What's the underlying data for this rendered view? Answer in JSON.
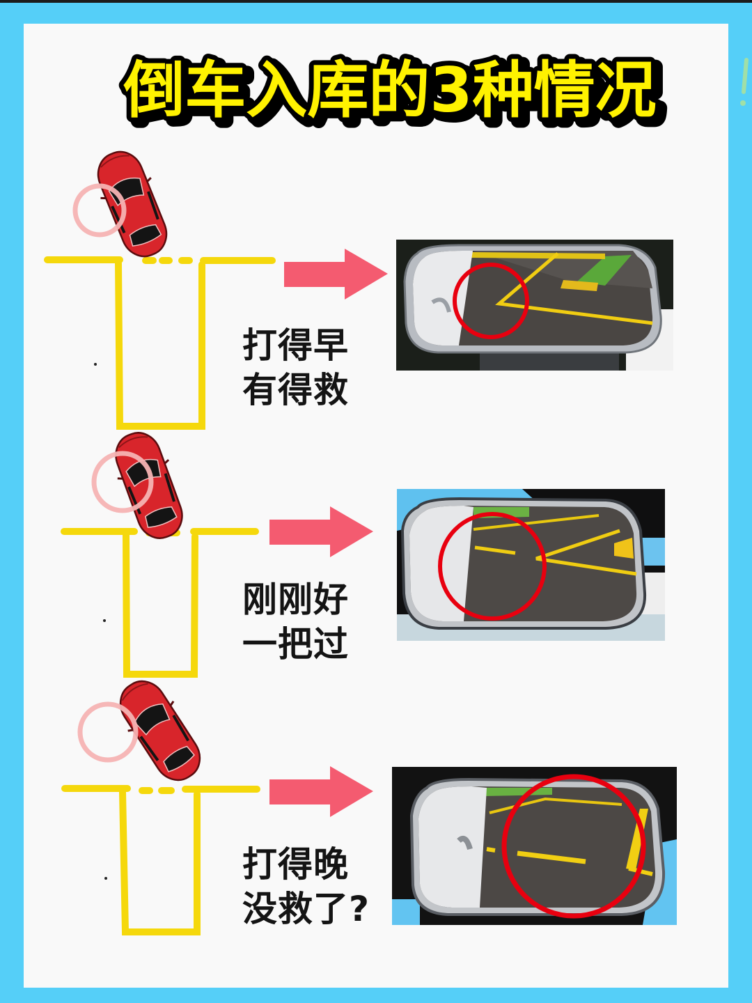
{
  "title": "倒车入库的3种情况",
  "colors": {
    "background_blue": "#55cff8",
    "panel": "#f9f9f9",
    "title_fill": "#fff200",
    "title_outline": "#000000",
    "parking_line": "#f5d80c",
    "arrow": "#f45b70",
    "car_body": "#d8252b",
    "highlight_ring_pink": "#f6b3b3",
    "mirror_circle_red": "#e8000f"
  },
  "cases": [
    {
      "id": "early",
      "caption_line1": "打得早",
      "caption_line2": "有得救",
      "car_icon": "red-car-topview-icon",
      "arrow_icon": "right-arrow-icon",
      "photo": "side-mirror-view-early"
    },
    {
      "id": "just-right",
      "caption_line1": "刚刚好",
      "caption_line2": "一把过",
      "car_icon": "red-car-topview-icon",
      "arrow_icon": "right-arrow-icon",
      "photo": "side-mirror-view-just-right"
    },
    {
      "id": "late",
      "caption_line1": "打得晚",
      "caption_line2": "没救了?",
      "car_icon": "red-car-topview-icon",
      "arrow_icon": "right-arrow-icon",
      "photo": "side-mirror-view-late"
    }
  ]
}
